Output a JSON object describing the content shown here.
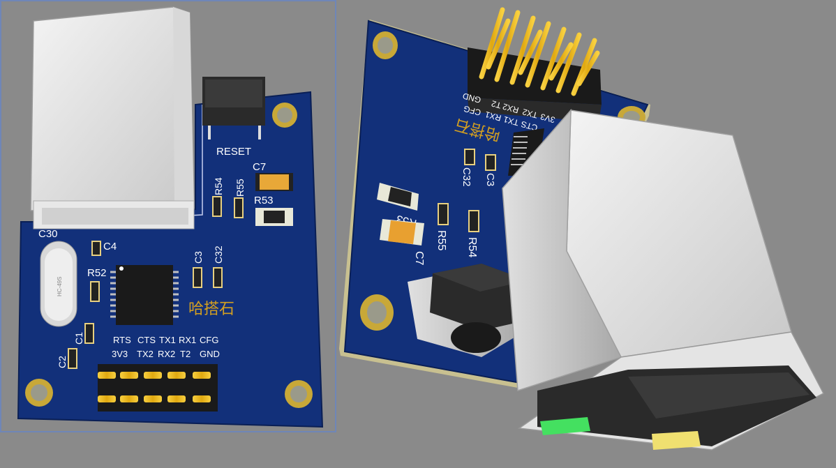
{
  "left_board": {
    "labels": {
      "reset": "RESET",
      "c7": "C7",
      "r54": "R54",
      "r55": "R55",
      "r53": "R53",
      "c30": "C30",
      "c4": "C4",
      "r52": "R52",
      "c3": "C3",
      "c32": "C32",
      "c1": "C1",
      "c2": "C2",
      "brand": "哈搭石"
    },
    "pin_labels": {
      "row1": [
        "RTS",
        "CTS",
        "TX1",
        "RX1",
        "CFG"
      ],
      "row2": [
        "3V3",
        "TX2",
        "RX2",
        "T2",
        "GND"
      ]
    },
    "crystal_text": "HC-49S"
  },
  "right_board": {
    "labels": {
      "brand": "哈搭石",
      "c32": "C32",
      "c3": "C3",
      "r53": "R53",
      "r55": "R55",
      "r54": "R54",
      "c7": "C7"
    },
    "header_labels": {
      "row1": [
        "GND",
        "T2",
        "RX2",
        "TX2",
        "3V3"
      ],
      "row2": [
        "CFG",
        "RX1",
        "TX1",
        "CTS"
      ]
    }
  },
  "colors": {
    "background": "#8a8a8a",
    "pcb": "#12307a",
    "silkscreen": "#ffffff",
    "gold": "#e8b820",
    "led_green": "#44e060",
    "led_yellow": "#f0e070"
  }
}
